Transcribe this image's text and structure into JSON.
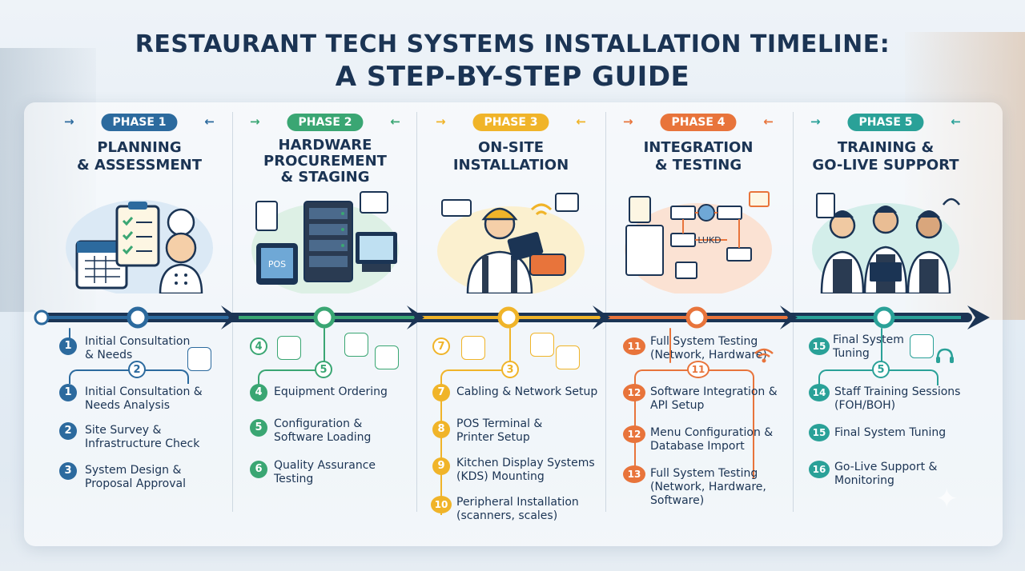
{
  "title": {
    "line1": "RESTAURANT TECH SYSTEMS INSTALLATION TIMELINE:",
    "line2": "A STEP-BY-STEP GUIDE"
  },
  "colors": {
    "phase1": "#2c6a9e",
    "phase2": "#3aa673",
    "phase3": "#f0b429",
    "phase4": "#e8743b",
    "phase5": "#2aa198",
    "navy": "#1b3454"
  },
  "phases": [
    {
      "pill": "PHASE 1",
      "title": "PLANNING\n& ASSESSMENT",
      "illustration": "calendar-clipboard-chef-icon",
      "top_items": [
        {
          "num": "1",
          "text": "Initial Consultation\n& Needs"
        },
        {
          "num": "2",
          "text": ""
        }
      ],
      "steps": [
        {
          "num": "1",
          "text": "Initial Consultation &\nNeeds Analysis"
        },
        {
          "num": "2",
          "text": "Site Survey &\nInfrastructure Check"
        },
        {
          "num": "3",
          "text": "System Design &\nProposal Approval"
        }
      ]
    },
    {
      "pill": "PHASE 2",
      "title": "HARDWARE\nPROCUREMENT\n& STAGING",
      "illustration": "server-rack-pos-icon",
      "top_items": [
        {
          "num": "4",
          "text": ""
        },
        {
          "num": "5",
          "text": ""
        }
      ],
      "steps": [
        {
          "num": "4",
          "text": "Equipment Ordering"
        },
        {
          "num": "5",
          "text": "Configuration &\nSoftware Loading"
        },
        {
          "num": "6",
          "text": "Quality Assurance\nTesting"
        }
      ]
    },
    {
      "pill": "PHASE 3",
      "title": "ON-SITE\nINSTALLATION",
      "illustration": "technician-tablet-icon",
      "top_items": [
        {
          "num": "7",
          "text": ""
        },
        {
          "num": "3",
          "text": ""
        }
      ],
      "steps": [
        {
          "num": "7",
          "text": "Cabling & Network Setup"
        },
        {
          "num": "8",
          "text": "POS Terminal &\nPrinter Setup"
        },
        {
          "num": "9",
          "text": "Kitchen Display Systems\n(KDS) Mounting"
        },
        {
          "num": "10",
          "text": "Peripheral Installation\n(scanners, scales)"
        }
      ]
    },
    {
      "pill": "PHASE 4",
      "title": "INTEGRATION\n& TESTING",
      "illustration": "integration-flow-icon",
      "illustration_text": "LUKD",
      "top_items": [
        {
          "num": "11",
          "text": "Full System Testing\n(Network, Hardware)"
        },
        {
          "num": "11",
          "text": ""
        }
      ],
      "steps": [
        {
          "num": "12",
          "text": "Software Integration &\nAPI Setup"
        },
        {
          "num": "12",
          "text": "Menu Configuration &\nDatabase Import"
        },
        {
          "num": "13",
          "text": "Full System Testing\n(Network, Hardware,\nSoftware)"
        }
      ]
    },
    {
      "pill": "PHASE 5",
      "title": "TRAINING &\nGO-LIVE SUPPORT",
      "illustration": "staff-training-icon",
      "top_items": [
        {
          "num": "15",
          "text": "Final System\nTuning"
        },
        {
          "num": "5",
          "text": ""
        }
      ],
      "steps": [
        {
          "num": "14",
          "text": "Staff Training Sessions\n(FOH/BOH)"
        },
        {
          "num": "15",
          "text": "Final System Tuning"
        },
        {
          "num": "16",
          "text": "Go-Live Support &\nMonitoring"
        }
      ]
    }
  ]
}
